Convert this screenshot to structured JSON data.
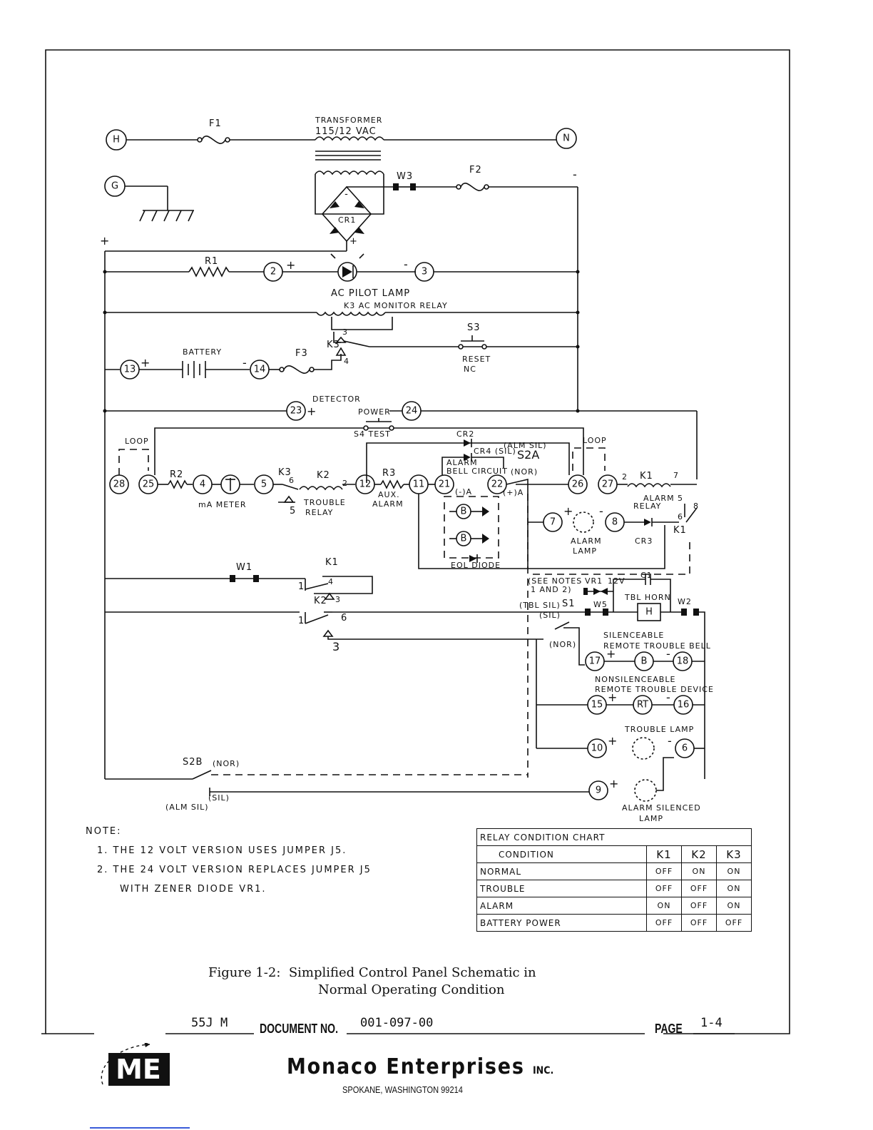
{
  "schematic": {
    "terminals": {
      "H": "H",
      "G": "G",
      "N": "N",
      "t2": "2",
      "t3": "3",
      "t4": "4",
      "t5": "5",
      "t6": "6",
      "t7": "7",
      "t8": "8",
      "t9": "9",
      "t10": "10",
      "t11": "11",
      "t12": "12",
      "t13": "13",
      "t14": "14",
      "t15": "15",
      "t16": "16",
      "t17": "17",
      "t18": "18",
      "t21": "21",
      "t22": "22",
      "t23": "23",
      "t24": "24",
      "t25": "25",
      "t26": "26",
      "t27": "27",
      "t28": "28",
      "bell_b1": "B",
      "bell_b2": "B",
      "bell_remote": "B",
      "remote_rt": "RT",
      "horn": "H"
    },
    "labels": {
      "f1": "F1",
      "f2": "F2",
      "f3": "F3",
      "transformer_1": "TRANSFORMER",
      "transformer_2": "115/12 VAC",
      "cr1": "CR1",
      "w3": "W3",
      "w1": "W1",
      "w2": "W2",
      "w5": "W5",
      "r1": "R1",
      "r2": "R2",
      "r3": "R3",
      "plus": "+",
      "minus": "-",
      "ac_pilot_lamp": "AC PILOT LAMP",
      "k3_ac_monitor": "K3 AC MONITOR RELAY",
      "s3": "S3",
      "reset_1": "RESET",
      "reset_2": "NC",
      "battery": "BATTERY",
      "k3": "K3",
      "detector": "DETECTOR",
      "power": "POWER",
      "s4_test": "S4 TEST",
      "cr2": "CR2",
      "cr4": "CR4 (SIL)",
      "alm_sil": "(ALM SIL)",
      "s2a": "S2A",
      "alarm_bell_1": "ALARM",
      "alarm_bell_2": "BELL CIRCUIT",
      "nor": "(NOR)",
      "loop": "LOOP",
      "k2": "K2",
      "trouble_relay_1": "TROUBLE",
      "trouble_relay_2": "RELAY",
      "ma_meter": "mA METER",
      "aux_alarm_1": "AUX.",
      "aux_alarm_2": "ALARM",
      "minus_a": "(-)A",
      "plus_a": "(+)A",
      "eol_diode": "EOL DIODE",
      "k1": "K1",
      "alarm_relay_1": "ALARM",
      "alarm_relay_2": "RELAY",
      "cr3": "CR3",
      "alarm_lamp_1": "ALARM",
      "alarm_lamp_2": "LAMP",
      "see_notes_1": "(SEE NOTES",
      "see_notes_2": "1 AND 2)",
      "vr1": "VR1",
      "v12": "12V",
      "c1": "C1",
      "tbl_horn": "TBL HORN",
      "tbl_sil": "(TBL SIL)",
      "sil": "(SIL)",
      "s1": "S1",
      "silenceable_1": "SILENCEABLE",
      "silenceable_2": "REMOTE TROUBLE BELL",
      "nonsilenceable_1": "NONSILENCEABLE",
      "nonsilenceable_2": "REMOTE TROUBLE DEVICE",
      "trouble_lamp": "TROUBLE LAMP",
      "s2b": "S2B",
      "alm_sil_2": "(ALM SIL)",
      "alarm_silenced_1": "ALARM SILENCED",
      "alarm_silenced_2": "LAMP"
    }
  },
  "notes": {
    "title": "NOTE:",
    "items": [
      "1. THE 12 VOLT VERSION USES JUMPER J5.",
      "2. THE 24 VOLT VERSION REPLACES JUMPER J5",
      "WITH ZENER DIODE VR1."
    ]
  },
  "relay_chart": {
    "title": "RELAY CONDITION CHART",
    "headers": [
      "CONDITION",
      "K1",
      "K2",
      "K3"
    ],
    "rows": [
      [
        "NORMAL",
        "OFF",
        "ON",
        "ON"
      ],
      [
        "TROUBLE",
        "OFF",
        "OFF",
        "ON"
      ],
      [
        "ALARM",
        "ON",
        "OFF",
        "ON"
      ],
      [
        "BATTERY POWER",
        "OFF",
        "OFF",
        "OFF"
      ]
    ]
  },
  "caption": {
    "line1": "Figure 1-2:  Simplified Control Panel Schematic in",
    "line2": "Normal Operating Condition"
  },
  "footer": {
    "model": "55J M",
    "document_label": "DOCUMENT NO.",
    "document_no": "001-097-00",
    "page_label": "PAGE",
    "page": "1-4",
    "company": "Monaco Enterprises",
    "company_suffix": "INC.",
    "address": "SPOKANE, WASHINGTON  99214",
    "logo_text": "ME"
  }
}
